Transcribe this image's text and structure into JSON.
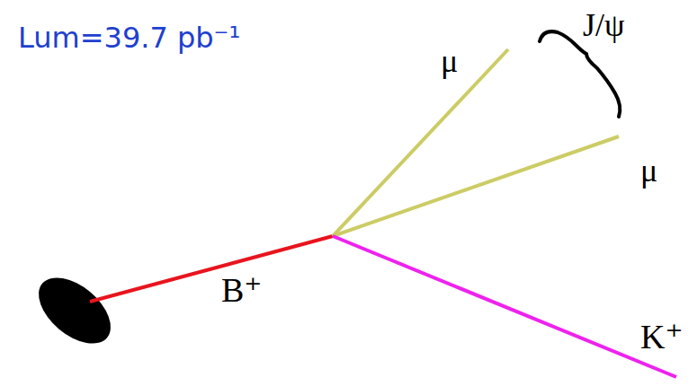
{
  "diagram": {
    "labels": [
      "Lum=39.7 pb⁻¹",
      "μ",
      "J/ψ",
      "μ",
      "B⁺",
      "K⁺"
    ]
  }
}
